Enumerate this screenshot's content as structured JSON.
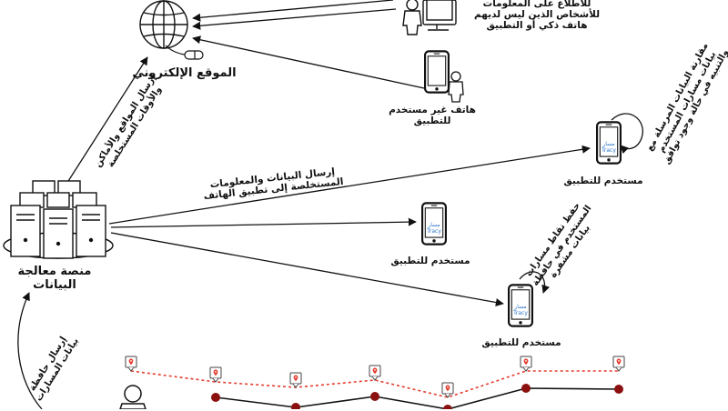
{
  "website": {
    "label": "الموقع الإلكتروني"
  },
  "platform": {
    "label_line1": "منصة معالجة",
    "label_line2": "البيانات"
  },
  "desktop_user": {
    "line1": "للاطلاع على المعلومات",
    "line2": "للأشخاص الذين ليس لديهم",
    "line3": "هاتف ذكي أو التطبيق"
  },
  "non_app_user": {
    "line1": "هاتف غير مستخدم",
    "line2": "للتطبيق"
  },
  "arrow_platform_to_web": {
    "line1": "إرسال المواقع والأماكن",
    "line2": "والأوقات المستخلصة"
  },
  "arrow_platform_to_app": {
    "line1": "إرسال البيانات والمعلومات",
    "line2": "المستخلصة إلى تطبيق الهاتف"
  },
  "arrow_paths_to_platform": {
    "line1": "إرسال حافظة",
    "line2": "بيانات المسارات"
  },
  "app_user_1": {
    "label": "مستخدم للتطبيق",
    "note_line1": "مقارنة البيانات المرسلة مع",
    "note_line2": "بيانات مسارات المستخدم",
    "note_line3": "والتنبيه في حالة وجود توافق"
  },
  "app_user_2": {
    "label": "مستخدم للتطبيق"
  },
  "app_user_3": {
    "label": "مستخدم للتطبيق",
    "note_line1": "حفظ نقاط مسارات",
    "note_line2": "المستخدم في حافظة",
    "note_line3": "بيانات مشفرة"
  },
  "app_screen": {
    "line1": "مسار",
    "line2": "Tracy"
  },
  "colors": {
    "ink": "#111111",
    "red_marker": "#e53b2e",
    "dark_red_node": "#8b1010",
    "app_blue": "#2a74c9"
  },
  "icons": [
    "globe-icon",
    "mouse-icon",
    "server-cluster-icon",
    "smartphone-icon",
    "person-icon",
    "desktop-computer-icon",
    "location-pin-icon"
  ]
}
